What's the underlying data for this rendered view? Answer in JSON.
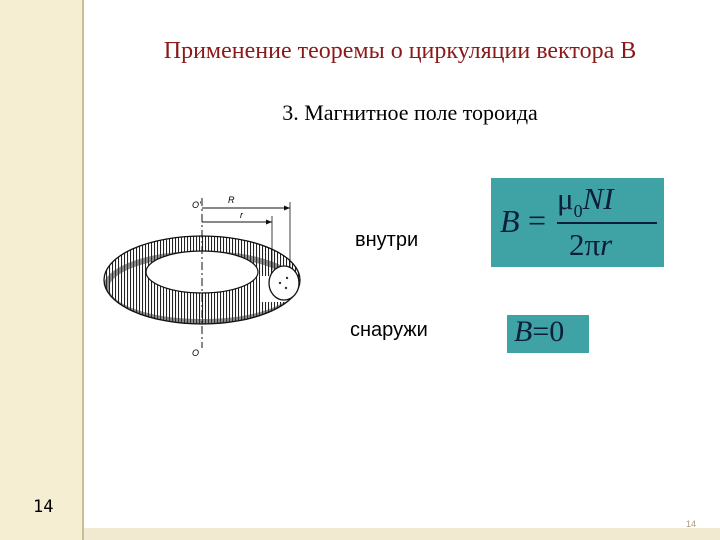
{
  "slide": {
    "title": "Применение теоремы о циркуляции вектора В",
    "subtitle": "3. Магнитное поле тороида",
    "slide_number": "14",
    "small_number": "14"
  },
  "figure": {
    "axis_top_label": "O'",
    "axis_bottom_label": "O",
    "radius_R_label": "R",
    "radius_r_label": "r"
  },
  "cases": {
    "inside_label": "внутри",
    "outside_label": "снаружи"
  },
  "formula_inside": {
    "lhs": "B",
    "eq": "=",
    "num_mu": "μ",
    "num_sub": "0",
    "num_rest": "NI",
    "den_two": "2",
    "den_pi": "π",
    "den_r": "r"
  },
  "formula_outside": {
    "lhs": "B",
    "eq": "=",
    "rhs": "0"
  },
  "colors": {
    "title": "#8a1a1a",
    "formula_bg": "#3fa3a6",
    "side_bar": "#f6eed2"
  }
}
